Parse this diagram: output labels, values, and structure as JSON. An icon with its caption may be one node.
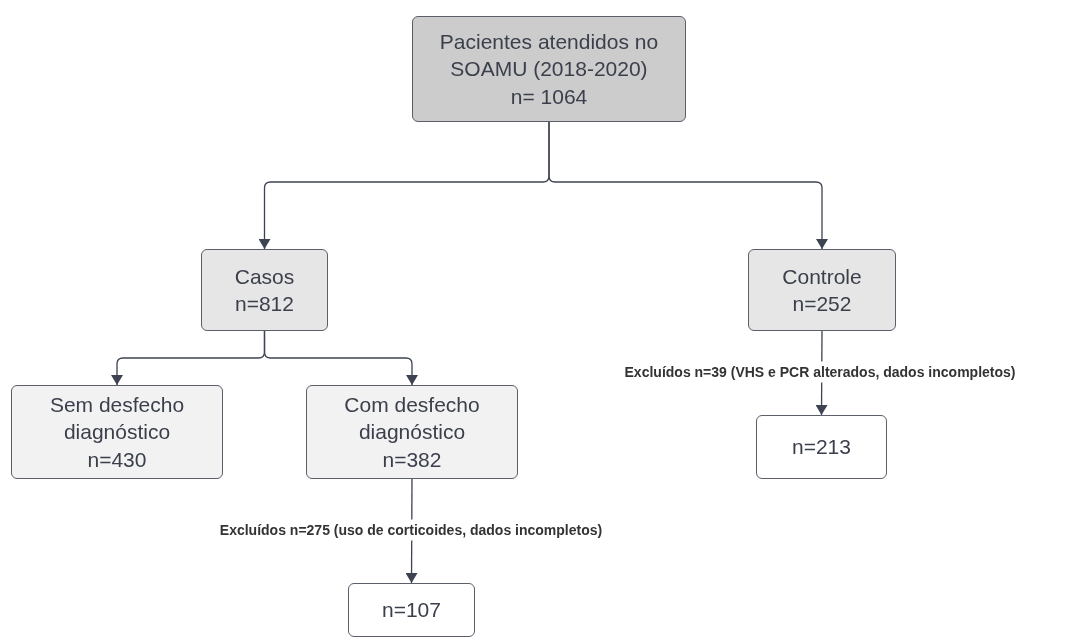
{
  "diagram": {
    "nodes": [
      {
        "text": [
          "Pacientes atendidos no SOAMU (2018-2020)",
          "n= 1064"
        ]
      },
      {
        "text": [
          "Casos",
          "n=812"
        ]
      },
      {
        "text": [
          "Controle",
          "n=252"
        ]
      },
      {
        "text": [
          "Sem desfecho diagnóstico",
          "n=430"
        ]
      },
      {
        "text": [
          "Com desfecho diagnóstico",
          "n=382"
        ]
      },
      {
        "text": [
          "n=107"
        ]
      },
      {
        "text": [
          "n=213"
        ]
      }
    ],
    "edges": [
      {
        "from": 0,
        "to": 1,
        "arrow": "to"
      },
      {
        "from": 0,
        "to": 2,
        "arrow": "to"
      },
      {
        "from": 1,
        "to": 3,
        "arrow": "to"
      },
      {
        "from": 1,
        "to": 4,
        "arrow": "to"
      },
      {
        "from": 4,
        "to": 5,
        "arrow": "to",
        "label": "Excluídos n=275 (uso de corticoides, dados incompletos)"
      },
      {
        "from": 2,
        "to": 6,
        "arrow": "to",
        "label": "Excluídos n=39 (VHS e PCR alterados, dados incompletos)"
      }
    ]
  }
}
